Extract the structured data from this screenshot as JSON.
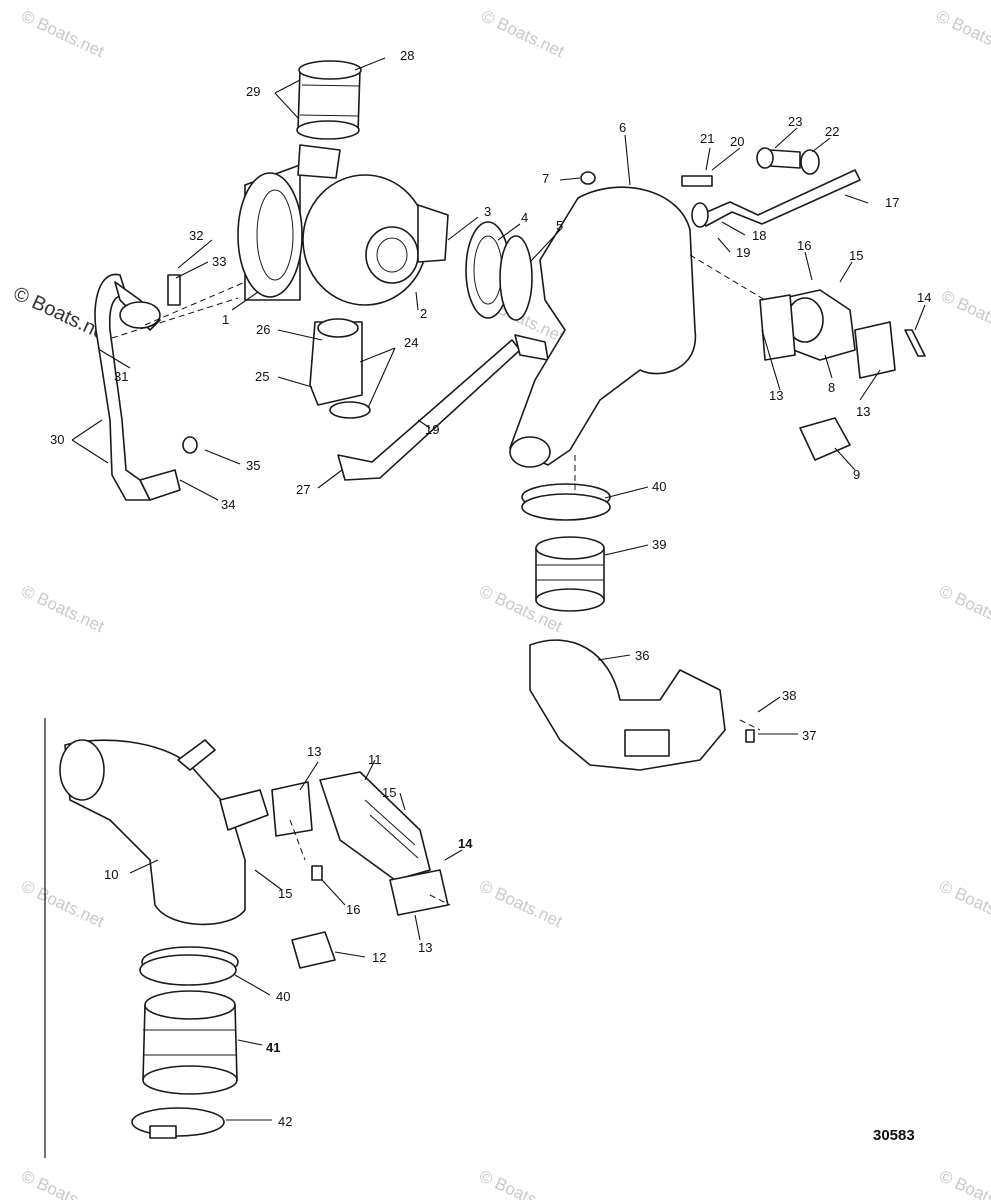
{
  "watermark": "© Boats.net",
  "figure_number": "30583",
  "callouts": {
    "c1": "1",
    "c2": "2",
    "c3": "3",
    "c4": "4",
    "c5": "5",
    "c6": "6",
    "c7": "7",
    "c8": "8",
    "c9": "9",
    "c10": "10",
    "c11": "11",
    "c12": "12",
    "c13": "13",
    "c14": "14",
    "c15": "15",
    "c16": "16",
    "c17": "17",
    "c18": "18",
    "c19": "19",
    "c20": "20",
    "c21": "21",
    "c22": "22",
    "c23": "23",
    "c24": "24",
    "c25": "25",
    "c26": "26",
    "c27": "27",
    "c28": "28",
    "c29": "29",
    "c30": "30",
    "c31": "31",
    "c32": "32",
    "c33": "33",
    "c34": "34",
    "c35": "35",
    "c36": "36",
    "c37": "37",
    "c38": "38",
    "c39": "39",
    "c40": "40",
    "c41": "41",
    "c42": "42"
  }
}
